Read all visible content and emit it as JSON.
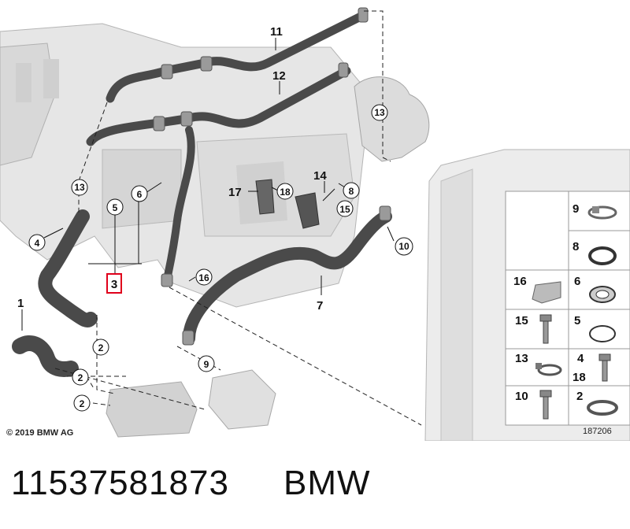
{
  "callouts": {
    "c1": "1",
    "c2a": "2",
    "c2b": "2",
    "c2c": "2",
    "c3": "3",
    "c4": "4",
    "c5": "5",
    "c6": "6",
    "c7": "7",
    "c8": "8",
    "c9": "9",
    "c10": "10",
    "c11": "11",
    "c12": "12",
    "c13a": "13",
    "c13b": "13",
    "c14": "14",
    "c15": "15",
    "c16": "16",
    "c17": "17",
    "c18": "18"
  },
  "legend": [
    {
      "key": "legend-9",
      "label": "9",
      "icon": "hose-clamp-icon"
    },
    {
      "key": "legend-8",
      "label": "8",
      "icon": "o-ring-icon"
    },
    {
      "key": "legend-16",
      "label": "16",
      "icon": "clip-icon"
    },
    {
      "key": "legend-6",
      "label": "6",
      "icon": "gasket-icon"
    },
    {
      "key": "legend-15",
      "label": "15",
      "icon": "bolt-icon"
    },
    {
      "key": "legend-5",
      "label": "5",
      "icon": "seal-ring-icon"
    },
    {
      "key": "legend-13",
      "label": "13",
      "icon": "clamp-icon"
    },
    {
      "key": "legend-4",
      "label": "4",
      "icon": "bolt-icon"
    },
    {
      "key": "legend-18",
      "label": "18",
      "icon": "bolt-icon"
    },
    {
      "key": "legend-10",
      "label": "10",
      "icon": "screw-icon"
    },
    {
      "key": "legend-2",
      "label": "2",
      "icon": "spring-clamp-icon"
    }
  ],
  "copyright": "© 2019 BMW AG",
  "image_number": "187206",
  "part_number": "11537581873",
  "brand": "BMW",
  "colors": {
    "hose": "#4a4a4a",
    "engine": "#e3e3e3",
    "highlight": "#e0001b"
  }
}
